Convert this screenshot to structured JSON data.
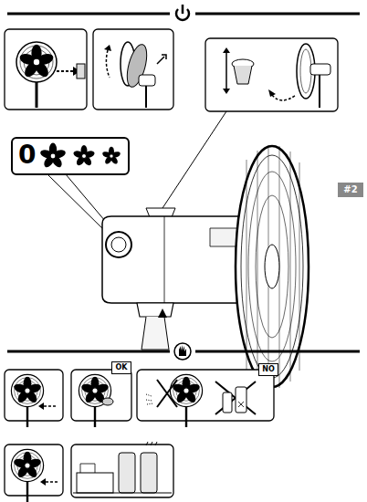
{
  "diagram": {
    "nodes": [
      {
        "text": [
          "0"
        ]
      },
      {
        "text": [
          "#2"
        ]
      },
      {
        "text": [
          "OK"
        ]
      },
      {
        "text": [
          "NO"
        ]
      }
    ]
  }
}
